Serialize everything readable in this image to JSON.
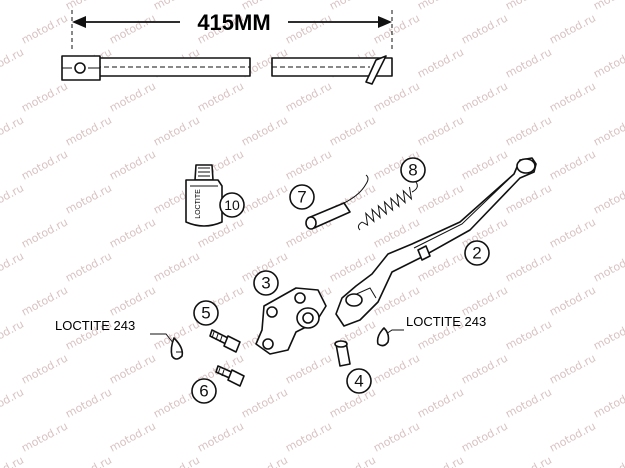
{
  "dimension_label": "415MM",
  "watermark_text": "motod.ru",
  "loctite_labels": {
    "left": "LOCTITE 243",
    "right": "LOCTITE 243"
  },
  "vertical_label": "LOCTITE",
  "callouts": {
    "c2": "2",
    "c3": "3",
    "c4": "4",
    "c5": "5",
    "c6": "6",
    "c7": "7",
    "c8": "8",
    "c10": "10"
  },
  "colors": {
    "line": "#111111",
    "watermark": "#d9c2c2",
    "background": "#ffffff"
  }
}
